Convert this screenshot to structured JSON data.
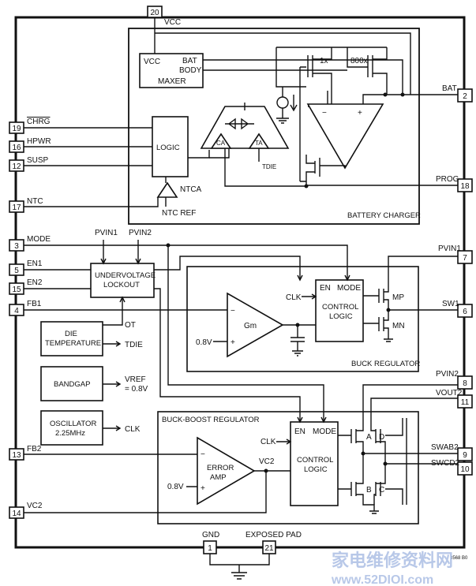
{
  "pins": {
    "vcc": {
      "num": "20",
      "name": "VCC"
    },
    "chrg": {
      "num": "19",
      "name": "CHRG"
    },
    "hpwr": {
      "num": "16",
      "name": "HPWR"
    },
    "susp": {
      "num": "12",
      "name": "SUSP"
    },
    "ntc": {
      "num": "17",
      "name": "NTC"
    },
    "mode": {
      "num": "3",
      "name": "MODE"
    },
    "en1": {
      "num": "5",
      "name": "EN1"
    },
    "en2": {
      "num": "15",
      "name": "EN2"
    },
    "fb1": {
      "num": "4",
      "name": "FB1"
    },
    "fb2": {
      "num": "13",
      "name": "FB2"
    },
    "vc2": {
      "num": "14",
      "name": "VC2"
    },
    "gnd": {
      "num": "1",
      "name": "GND"
    },
    "epad": {
      "num": "21",
      "name": "EXPOSED PAD"
    },
    "bat": {
      "num": "2",
      "name": "BAT"
    },
    "prog": {
      "num": "18",
      "name": "PROG"
    },
    "pvin1": {
      "num": "7",
      "name": "PVIN1"
    },
    "sw1": {
      "num": "6",
      "name": "SW1"
    },
    "pvin2": {
      "num": "8",
      "name": "PVIN2"
    },
    "vout2": {
      "num": "11",
      "name": "VOUT2"
    },
    "swab2": {
      "num": "9",
      "name": "SWAB2"
    },
    "swcd2": {
      "num": "10",
      "name": "SWCD2"
    }
  },
  "blocks": {
    "maxer": {
      "vcc": "VCC",
      "bat": "BAT",
      "body": "BODY",
      "name": "MAXER"
    },
    "logic": "LOGIC",
    "battery_charger": "BATTERY CHARGER",
    "ntca": "NTCA",
    "ntc_ref": "NTC REF",
    "ca": "CA",
    "ta": "TA",
    "tdie_sense": "TDIE",
    "mirror_1x": "1x",
    "mirror_800x": "800x",
    "uvlo_line1": "UNDERVOLTAGE",
    "uvlo_line2": "LOCKOUT",
    "pvin1_label": "PVIN1",
    "pvin2_label": "PVIN2",
    "die_temp_line1": "DIE",
    "die_temp_line2": "TEMPERATURE",
    "ot": "OT",
    "tdie_out": "TDIE",
    "bandgap": "BANDGAP",
    "vref_line1": "VREF",
    "vref_line2": "= 0.8V",
    "osc_line1": "OSCILLATOR",
    "osc_line2": "2.25MHz",
    "clk_out": "CLK",
    "buck_regulator": "BUCK REGULATOR",
    "gm": "Gm",
    "ref_08v_buck": "0.8V",
    "clk_buck": "CLK",
    "en_buck": "EN",
    "mode_buck": "MODE",
    "ctrl_buck_line1": "CONTROL",
    "ctrl_buck_line2": "LOGIC",
    "mp": "MP",
    "mn": "MN",
    "buck_boost_regulator": "BUCK-BOOST REGULATOR",
    "error_amp_line1": "ERROR",
    "error_amp_line2": "AMP",
    "vc2_node": "VC2",
    "ref_08v_bb": "0.8V",
    "clk_bb": "CLK",
    "en_bb": "EN",
    "mode_bb": "MODE",
    "ctrl_bb_line1": "CONTROL",
    "ctrl_bb_line2": "LOGIC",
    "sw_a": "A",
    "sw_b": "B",
    "sw_c": "C",
    "sw_d": "D",
    "plus": "+",
    "minus": "−"
  },
  "figure_id": "3568 B0",
  "watermark": {
    "cn": "家电维修资料网",
    "url": "www.52DIOI.com"
  }
}
